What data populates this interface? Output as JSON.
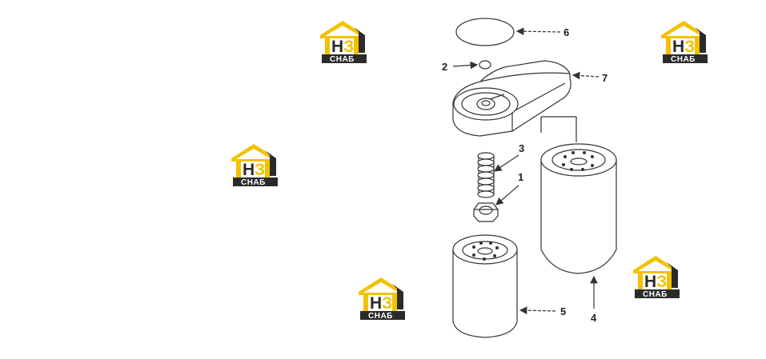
{
  "colors": {
    "logo_yellow": "#f2c200",
    "logo_dark": "#2b2b2b",
    "line": "#333333"
  },
  "logo": {
    "icon": "house-logo-icon",
    "letters_main": "H",
    "letters_accent": "З",
    "subtitle": "СНАБ"
  },
  "callouts": [
    "1",
    "2",
    "3",
    "4",
    "5",
    "6",
    "7"
  ]
}
